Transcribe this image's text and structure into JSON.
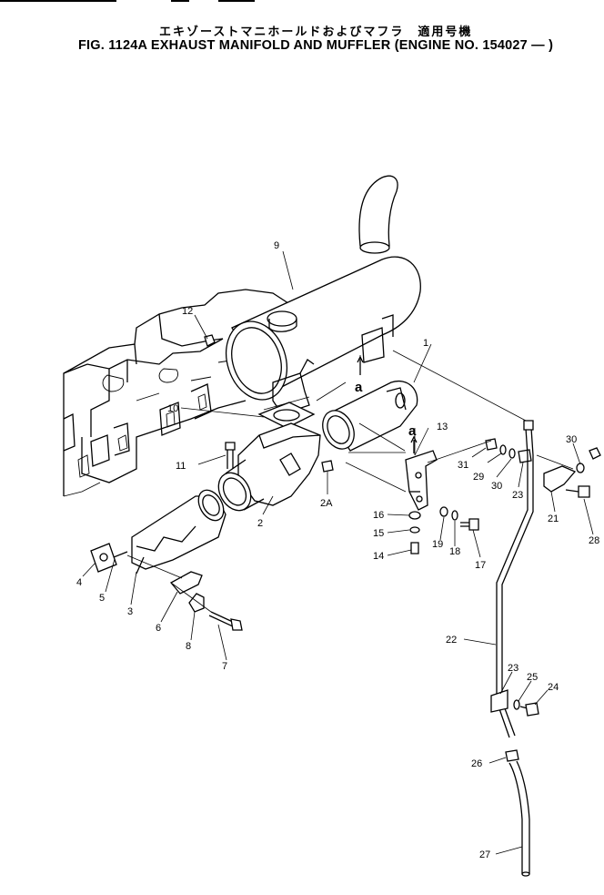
{
  "header": {
    "title_jp": "エキゾーストマニホールドおよびマフラ　適用号機",
    "title_en": "FIG. 1124A  EXHAUST MANIFOLD AND MUFFLER (ENGINE NO. 154027 — )"
  },
  "view_markers": [
    "a",
    "a"
  ],
  "callouts": [
    "1",
    "2",
    "2A",
    "3",
    "4",
    "5",
    "6",
    "7",
    "8",
    "9",
    "10",
    "11",
    "12",
    "13",
    "14",
    "15",
    "16",
    "17",
    "18",
    "19",
    "21",
    "22",
    "23",
    "23",
    "24",
    "25",
    "26",
    "27",
    "28",
    "29",
    "30",
    "30",
    "31"
  ]
}
